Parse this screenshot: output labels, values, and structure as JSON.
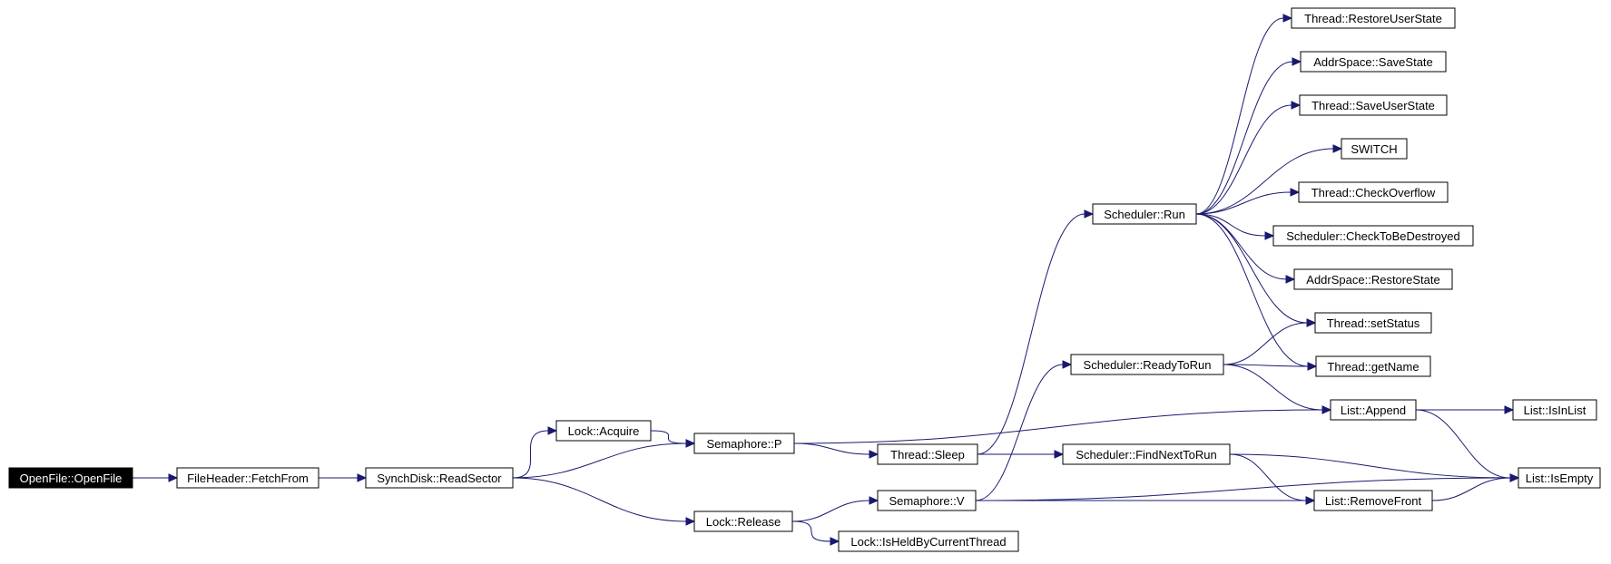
{
  "diagram": {
    "type": "call-graph",
    "colors": {
      "edge": "#191970",
      "root_fill": "#000000",
      "root_text": "#ffffff",
      "node_border": "#000000"
    },
    "nodes": [
      {
        "id": "openfile",
        "label": "OpenFile::OpenFile",
        "root": true
      },
      {
        "id": "fetchfrom",
        "label": "FileHeader::FetchFrom"
      },
      {
        "id": "readsector",
        "label": "SynchDisk::ReadSector"
      },
      {
        "id": "lockacquire",
        "label": "Lock::Acquire"
      },
      {
        "id": "semp",
        "label": "Semaphore::P"
      },
      {
        "id": "lockrelease",
        "label": "Lock::Release"
      },
      {
        "id": "threadsleep",
        "label": "Thread::Sleep"
      },
      {
        "id": "semv",
        "label": "Semaphore::V"
      },
      {
        "id": "isheld",
        "label": "Lock::IsHeldByCurrentThread"
      },
      {
        "id": "schedrun",
        "label": "Scheduler::Run"
      },
      {
        "id": "readytorun",
        "label": "Scheduler::ReadyToRun"
      },
      {
        "id": "findnext",
        "label": "Scheduler::FindNextToRun"
      },
      {
        "id": "restoreuser",
        "label": "Thread::RestoreUserState"
      },
      {
        "id": "savestate",
        "label": "AddrSpace::SaveState"
      },
      {
        "id": "saveuser",
        "label": "Thread::SaveUserState"
      },
      {
        "id": "switch",
        "label": "SWITCH"
      },
      {
        "id": "checkoverflow",
        "label": "Thread::CheckOverflow"
      },
      {
        "id": "checktobedestroyed",
        "label": "Scheduler::CheckToBeDestroyed"
      },
      {
        "id": "restorestate",
        "label": "AddrSpace::RestoreState"
      },
      {
        "id": "setstatus",
        "label": "Thread::setStatus"
      },
      {
        "id": "getname",
        "label": "Thread::getName"
      },
      {
        "id": "append",
        "label": "List::Append"
      },
      {
        "id": "removefront",
        "label": "List::RemoveFront"
      },
      {
        "id": "isinlist",
        "label": "List::IsInList"
      },
      {
        "id": "isempty",
        "label": "List::IsEmpty"
      }
    ],
    "edges": [
      {
        "from": "openfile",
        "to": "fetchfrom"
      },
      {
        "from": "fetchfrom",
        "to": "readsector"
      },
      {
        "from": "readsector",
        "to": "lockacquire"
      },
      {
        "from": "readsector",
        "to": "semp"
      },
      {
        "from": "readsector",
        "to": "lockrelease"
      },
      {
        "from": "lockacquire",
        "to": "semp"
      },
      {
        "from": "semp",
        "to": "threadsleep"
      },
      {
        "from": "semp",
        "to": "append"
      },
      {
        "from": "lockrelease",
        "to": "semv"
      },
      {
        "from": "lockrelease",
        "to": "isheld"
      },
      {
        "from": "threadsleep",
        "to": "schedrun"
      },
      {
        "from": "threadsleep",
        "to": "findnext"
      },
      {
        "from": "semv",
        "to": "readytorun"
      },
      {
        "from": "semv",
        "to": "removefront"
      },
      {
        "from": "semv",
        "to": "isempty"
      },
      {
        "from": "schedrun",
        "to": "restoreuser"
      },
      {
        "from": "schedrun",
        "to": "savestate"
      },
      {
        "from": "schedrun",
        "to": "saveuser"
      },
      {
        "from": "schedrun",
        "to": "switch"
      },
      {
        "from": "schedrun",
        "to": "checkoverflow"
      },
      {
        "from": "schedrun",
        "to": "checktobedestroyed"
      },
      {
        "from": "schedrun",
        "to": "restorestate"
      },
      {
        "from": "schedrun",
        "to": "setstatus"
      },
      {
        "from": "schedrun",
        "to": "getname"
      },
      {
        "from": "readytorun",
        "to": "setstatus"
      },
      {
        "from": "readytorun",
        "to": "getname"
      },
      {
        "from": "readytorun",
        "to": "append"
      },
      {
        "from": "findnext",
        "to": "removefront"
      },
      {
        "from": "findnext",
        "to": "isempty"
      },
      {
        "from": "append",
        "to": "isinlist"
      },
      {
        "from": "append",
        "to": "isempty"
      },
      {
        "from": "removefront",
        "to": "isempty"
      }
    ]
  }
}
